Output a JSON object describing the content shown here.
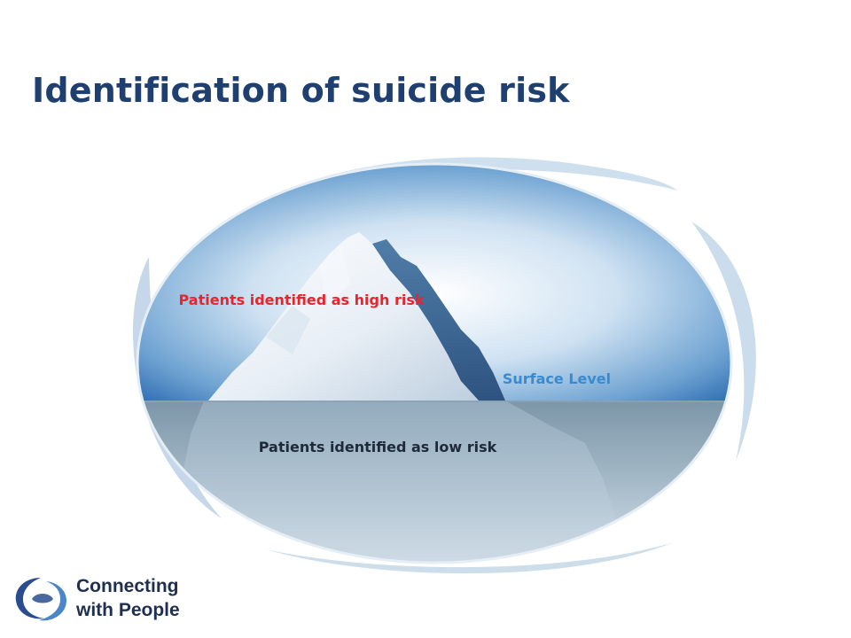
{
  "slide": {
    "title": "Identification of suicide risk"
  },
  "diagram": {
    "high_risk_label": "Patients identified as high risk",
    "low_risk_label": "Patients identified as low risk",
    "surface_label": "Surface Level"
  },
  "logo": {
    "line1": "Connecting",
    "line2": "with People"
  },
  "colors": {
    "title": "#1f3f70",
    "high_risk": "#e8242c",
    "low_risk": "#1e2a3a",
    "surface": "#3a8ad0"
  }
}
